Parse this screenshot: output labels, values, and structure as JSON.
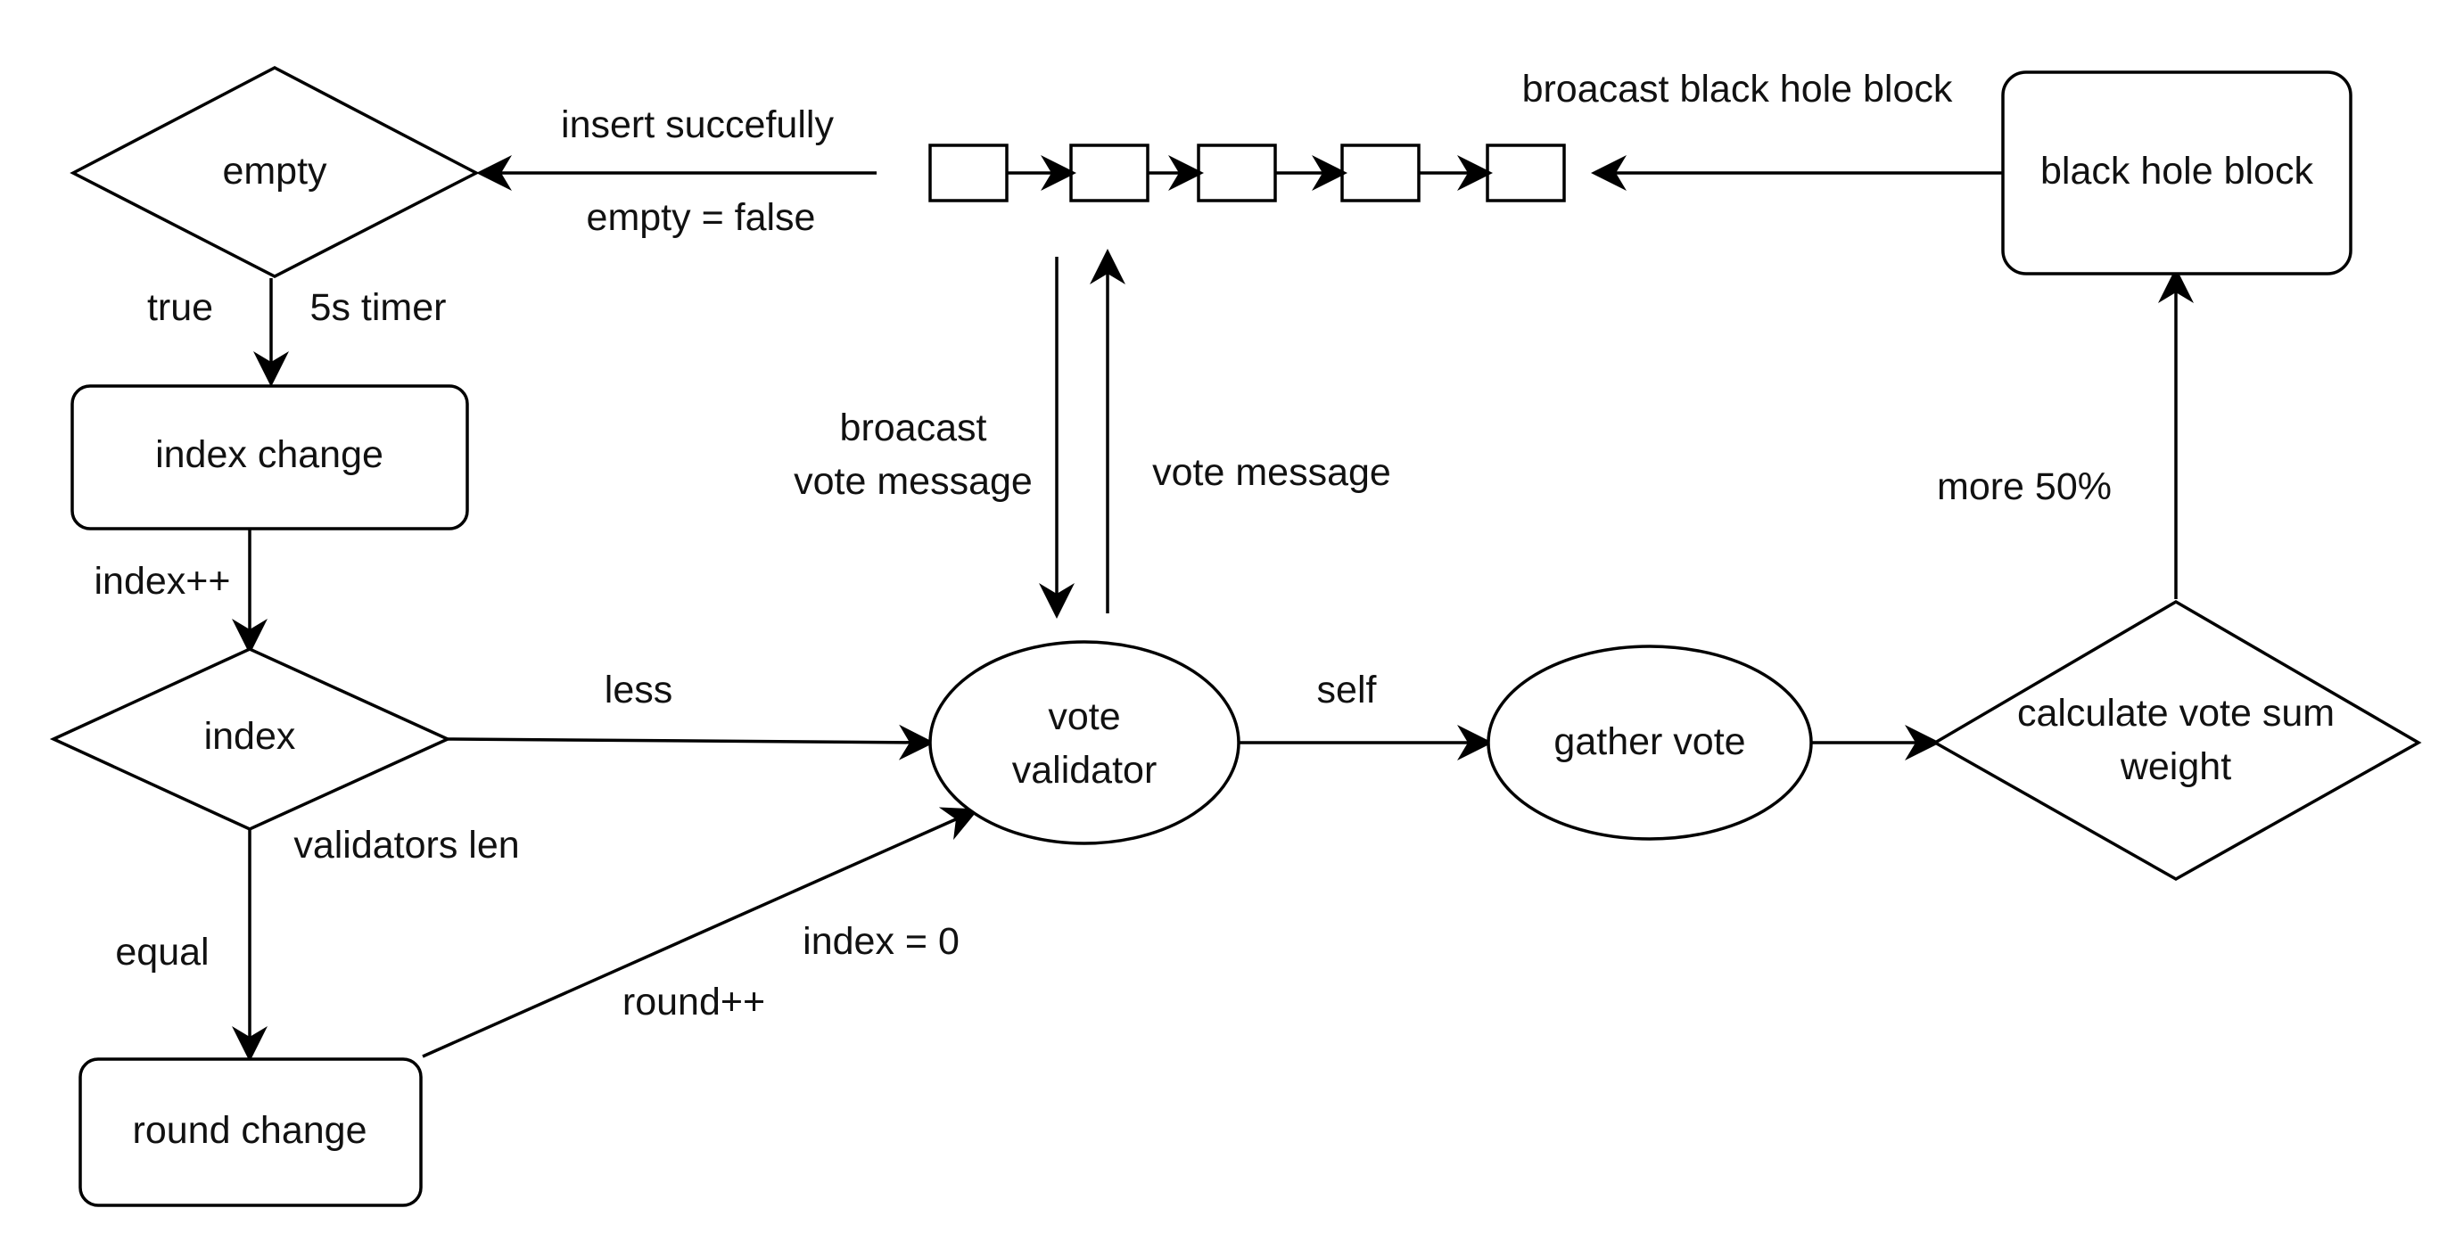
{
  "nodes": {
    "empty": "empty",
    "index_change": "index change",
    "index": "index",
    "round_change": "round change",
    "vote_validator": [
      "vote",
      "validator"
    ],
    "gather_vote": "gather vote",
    "calculate_vote": [
      "calculate vote sum",
      "weight"
    ],
    "black_hole_block": "black hole block"
  },
  "edge_labels": {
    "insert_succefully": "insert succefully",
    "empty_false": "empty = false",
    "true": "true",
    "timer": "5s timer",
    "index_pp": "index++",
    "less": "less",
    "validators_len": "validators len",
    "equal": "equal",
    "index_zero": "index = 0",
    "round_pp": "round++",
    "broadcast_vote": [
      "broacast",
      "vote message"
    ],
    "vote_message": "vote message",
    "self": "self",
    "more_50": "more 50%",
    "broadcast_bhb": "broacast black hole block"
  },
  "chain_block_count": 5
}
